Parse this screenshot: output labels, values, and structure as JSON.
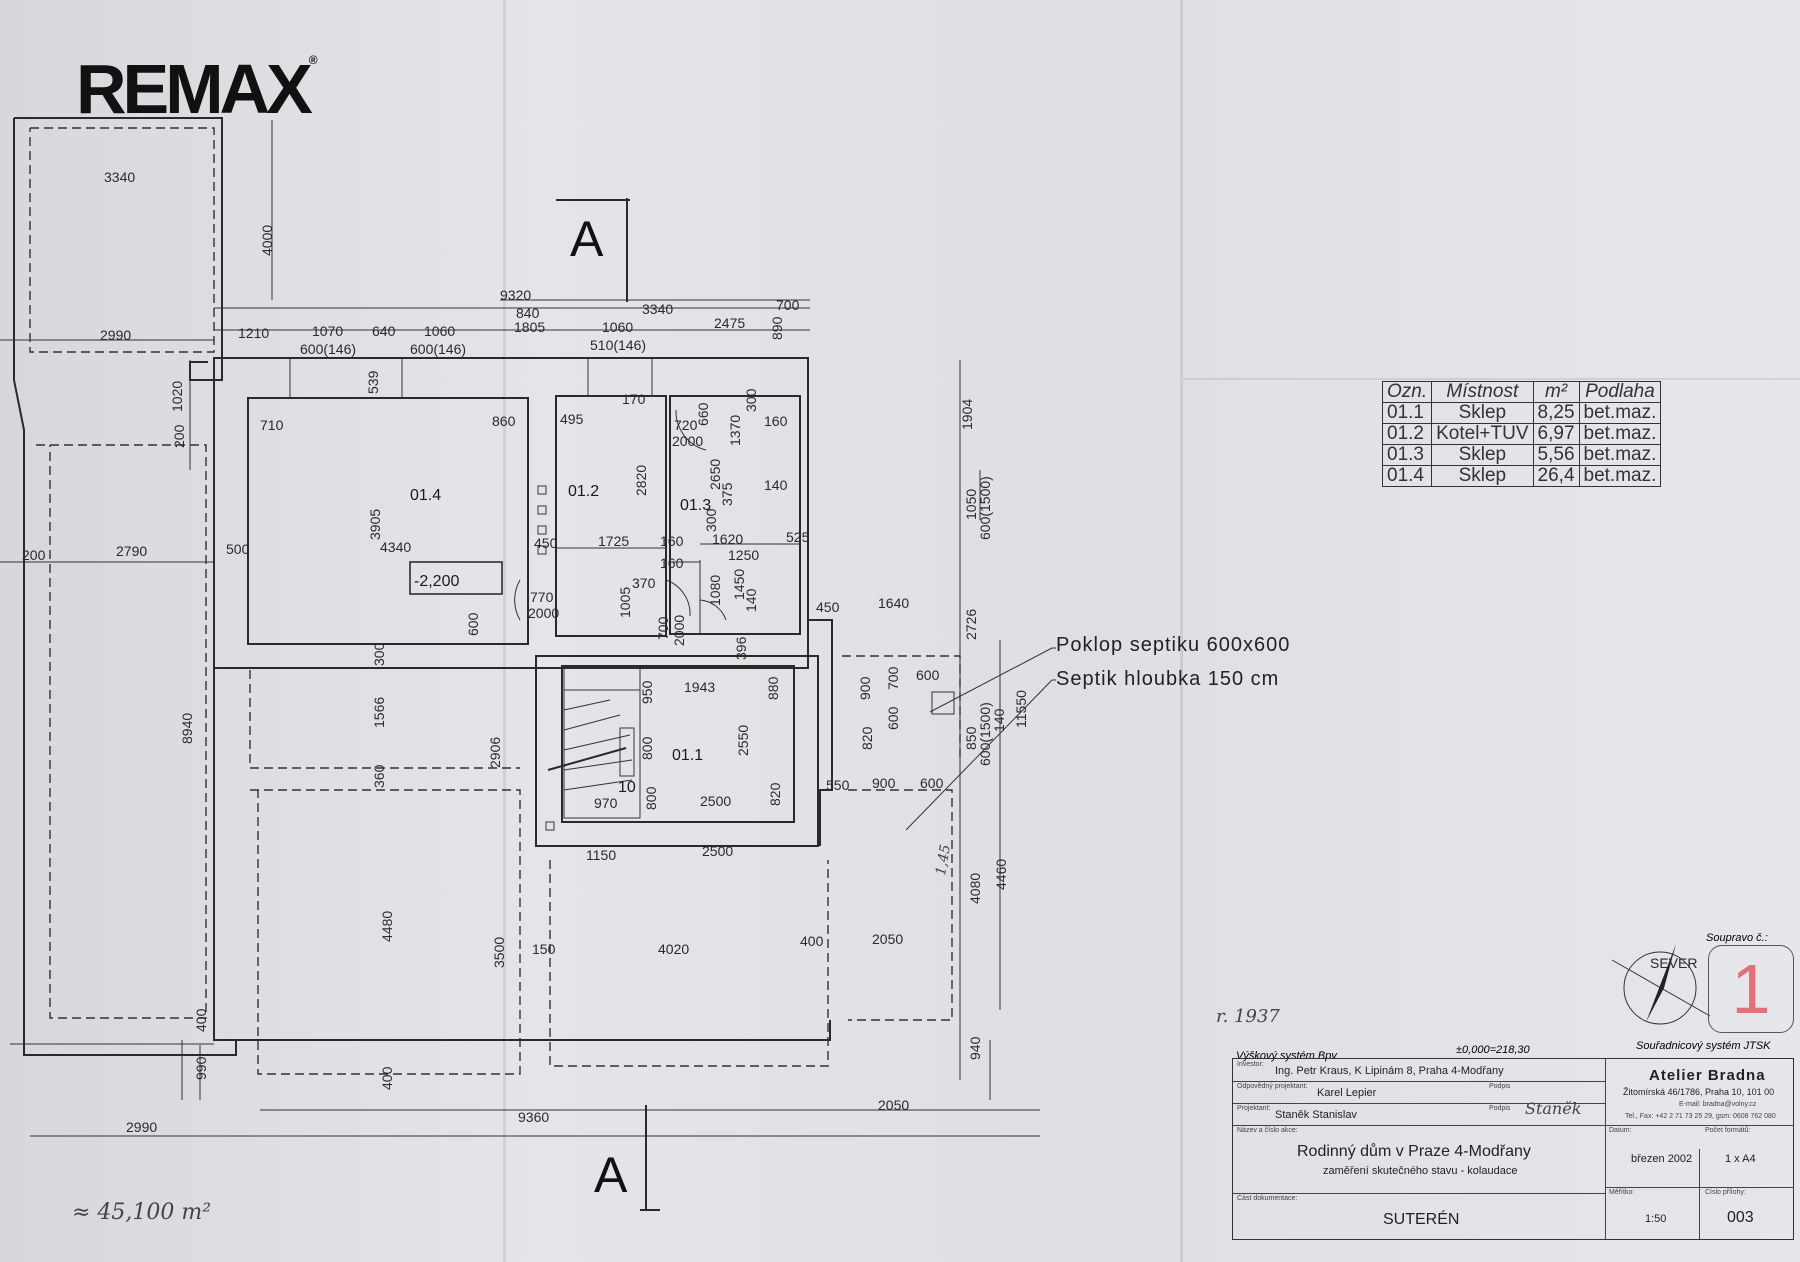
{
  "brand": {
    "logo_text": "REMAX",
    "logo_mark": "®"
  },
  "sections": {
    "a_top": "A",
    "a_bottom": "A"
  },
  "rooms": [
    {
      "id": "01.4",
      "label": "01.4"
    },
    {
      "id": "01.2",
      "label": "01.2"
    },
    {
      "id": "01.3",
      "label": "01.3"
    },
    {
      "id": "01.1",
      "label": "01.1"
    }
  ],
  "level_mark": "-2,200",
  "stairs_count": "10",
  "dimensions": {
    "d3340a": "3340",
    "d4000": "4000",
    "d9320": "9320",
    "d840": "840",
    "d3340b": "3340",
    "d700": "700",
    "d2990a": "2990",
    "d1210": "1210",
    "d1070": "1070",
    "d640": "640",
    "d1060a": "1060",
    "d1805": "1805",
    "d1060b": "1060",
    "d2475": "2475",
    "d890": "890",
    "d600_146a": "600(146)",
    "d600_146b": "600(146)",
    "d510_146": "510(146)",
    "d1020": "1020",
    "d539": "539",
    "d200a": "200",
    "d710": "710",
    "d860": "860",
    "d495": "495",
    "d170": "170",
    "d660": "660",
    "d300a": "300",
    "d160a": "160",
    "d720": "720",
    "d2000a": "2000",
    "d1370": "1370",
    "d1904": "1904",
    "d3905": "3905",
    "d2820": "2820",
    "d2650": "2650",
    "d375": "375",
    "d140a": "140",
    "d1050": "1050",
    "d600_1500a": "600(1500)",
    "d200b": "200",
    "d2790": "2790",
    "d500": "500",
    "d4340": "4340",
    "d450a": "450",
    "d1725": "1725",
    "d160b": "160",
    "d1620": "1620",
    "d300b": "300",
    "d525": "525",
    "d1250": "1250",
    "d160c": "160",
    "d370": "370",
    "d1080": "1080",
    "d1450": "1450",
    "d140b": "140",
    "d770": "770",
    "d2000b": "2000",
    "d1005": "1005",
    "d450b": "450",
    "d1640": "1640",
    "d2726": "2726",
    "d600a": "600",
    "d700b": "700",
    "d2000c": "2000",
    "d396": "396",
    "d300c": "300",
    "d1566": "1566",
    "d8940": "8940",
    "d2906": "2906",
    "d950": "950",
    "d1943": "1943",
    "d880": "880",
    "d900a": "900",
    "d700c": "700",
    "d600b": "600",
    "d600c": "600",
    "d2550": "2550",
    "d800a": "800",
    "d820a": "820",
    "d850": "850",
    "d600_1500b": "600(1500)",
    "d140c": "140",
    "d11550": "11550",
    "d360": "360",
    "d800b": "800",
    "d970": "970",
    "d2500a": "2500",
    "d820b": "820",
    "d550": "550",
    "d900b": "900",
    "d600d": "600",
    "d1150": "1150",
    "d2500b": "2500",
    "d4480": "4480",
    "d3500": "3500",
    "d4080": "4080",
    "d4460": "4460",
    "d150": "150",
    "d4020": "4020",
    "d400a": "400",
    "d2050a": "2050",
    "d400b": "400",
    "d990": "990",
    "d400c": "400",
    "d940": "940",
    "d9360": "9360",
    "d2050b": "2050",
    "d2990b": "2990"
  },
  "notes": {
    "poklop": "Poklop septiku 600x600",
    "septik": "Septik hloubka 150 cm"
  },
  "legend": {
    "headers": [
      "Ozn.",
      "Místnost",
      "m²",
      "Podlaha"
    ],
    "rows": [
      [
        "01.1",
        "Sklep",
        "8,25",
        "bet.maz."
      ],
      [
        "01.2",
        "Kotel+TUV",
        "6,97",
        "bet.maz."
      ],
      [
        "01.3",
        "Sklep",
        "5,56",
        "bet.maz."
      ],
      [
        "01.4",
        "Sklep",
        "26,4",
        "bet.maz."
      ]
    ]
  },
  "handwriting": {
    "area": "≈ 45,100 m²",
    "year": "r. 1937",
    "mark": "1,45"
  },
  "north": {
    "label": "SEVER"
  },
  "sheet_number": {
    "label": "Soupravo č.:",
    "value": "1"
  },
  "titleblock": {
    "height_system": "Výškový systém Bpv",
    "zero_level": "±0,000=218,30",
    "coord_system": "Souřadnicový systém JTSK",
    "investor_label": "Investor:",
    "investor": "Ing. Petr Kraus, K Lipinám 8, Praha 4-Modřany",
    "responsible_label": "Odpovědný projektant:",
    "responsible": "Karel Lepier",
    "designer_label": "Projektant:",
    "designer": "Staněk Stanislav",
    "sign_label": "Podpis",
    "sign_label2": "Podpis",
    "signature": "Staněk",
    "firm": "Atelier Bradna",
    "firm_address": "Žitomírská 46/1786, Praha 10, 101 00",
    "firm_email": "E-mail: bradna@volny.cz",
    "firm_phone": "Tel., Fax: +42 2 71 73 25 29,  gsm: 0608 762 080",
    "whole_label": "Název a číslo akce:",
    "project_title": "Rodinný dům v Praze 4-Modřany",
    "project_sub": "zaměření skutečného stavu - kolaudace",
    "part_label": "Část dokumentace:",
    "part": "SUTERÉN",
    "date_label": "Datum:",
    "date": "březen 2002",
    "format_label": "Počet formátů:",
    "format": "1 x A4",
    "scale_label": "Měřítko:",
    "scale": "1:50",
    "appendix_label": "Číslo přílohy:",
    "appendix": "003"
  }
}
